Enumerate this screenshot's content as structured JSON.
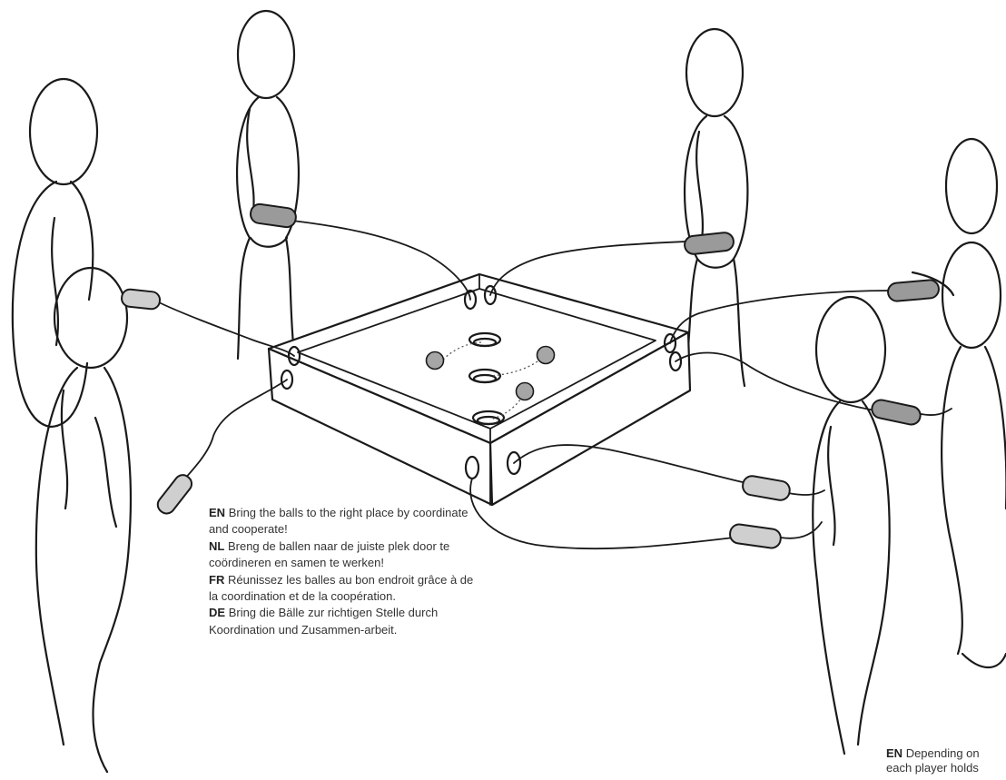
{
  "instructions": [
    {
      "lang": "EN",
      "text": "Bring the balls to the right place by coordinate and cooperate!"
    },
    {
      "lang": "NL",
      "text": "Breng de ballen naar de juiste plek door te coördineren en samen te werken!"
    },
    {
      "lang": "FR",
      "text": "Réunissez les balles au bon endroit grâce à de la coordination et de la coopération."
    },
    {
      "lang": "DE",
      "text": "Bring die Bälle zur richtigen Stelle durch Koordination und Zusammen-arbeit."
    }
  ],
  "secondary_caption": {
    "lang": "EN",
    "text": "Depending on",
    "text_line2": "each player holds"
  },
  "colors": {
    "ink": "#1a1a1a",
    "handle_light": "#cfcfcf",
    "handle_dark": "#9a9a9a",
    "ball": "#a6a6a6",
    "text": "#333333"
  }
}
